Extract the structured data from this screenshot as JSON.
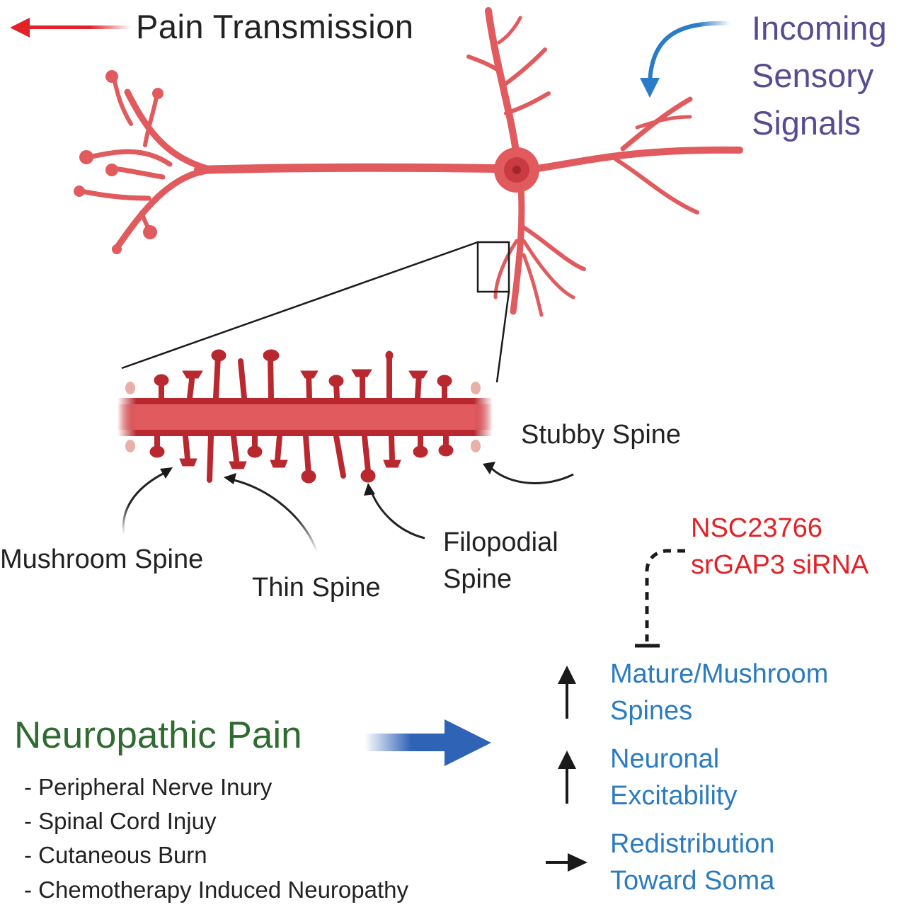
{
  "diagram": {
    "title_arrow_label": "Pain Transmission",
    "incoming_signals": [
      "Incoming",
      "Sensory",
      "Signals"
    ],
    "spine_labels": {
      "stubby": "Stubby Spine",
      "mushroom": "Mushroom Spine",
      "thin": "Thin Spine",
      "filopodial": [
        "Filopodial",
        "Spine"
      ]
    },
    "inhibitors": [
      "NSC23766",
      "srGAP3 siRNA"
    ],
    "condition": {
      "title": "Neuropathic Pain",
      "causes": [
        "- Peripheral Nerve Inury",
        "- Spinal Cord Injuy",
        "- Cutaneous Burn",
        "- Chemotherapy Induced Neuropathy"
      ]
    },
    "outcomes": [
      {
        "direction": "up",
        "lines": [
          "Mature/Mushroom",
          "Spines"
        ]
      },
      {
        "direction": "up",
        "lines": [
          "Neuronal",
          "Excitability"
        ]
      },
      {
        "direction": "right",
        "lines": [
          "Redistribution",
          "Toward Soma"
        ]
      }
    ],
    "colors": {
      "neuron": "#e05a5e",
      "spine": "#b8282e",
      "pain_arrow": "#e32227",
      "incoming_arrow": "#2a7cc7",
      "incoming_text": "#5a4a8f",
      "inhibitor_text": "#e32227",
      "condition_title": "#2f6a31",
      "outcome_text": "#2b7bc0",
      "main_arrow": "#2f63b5"
    }
  }
}
